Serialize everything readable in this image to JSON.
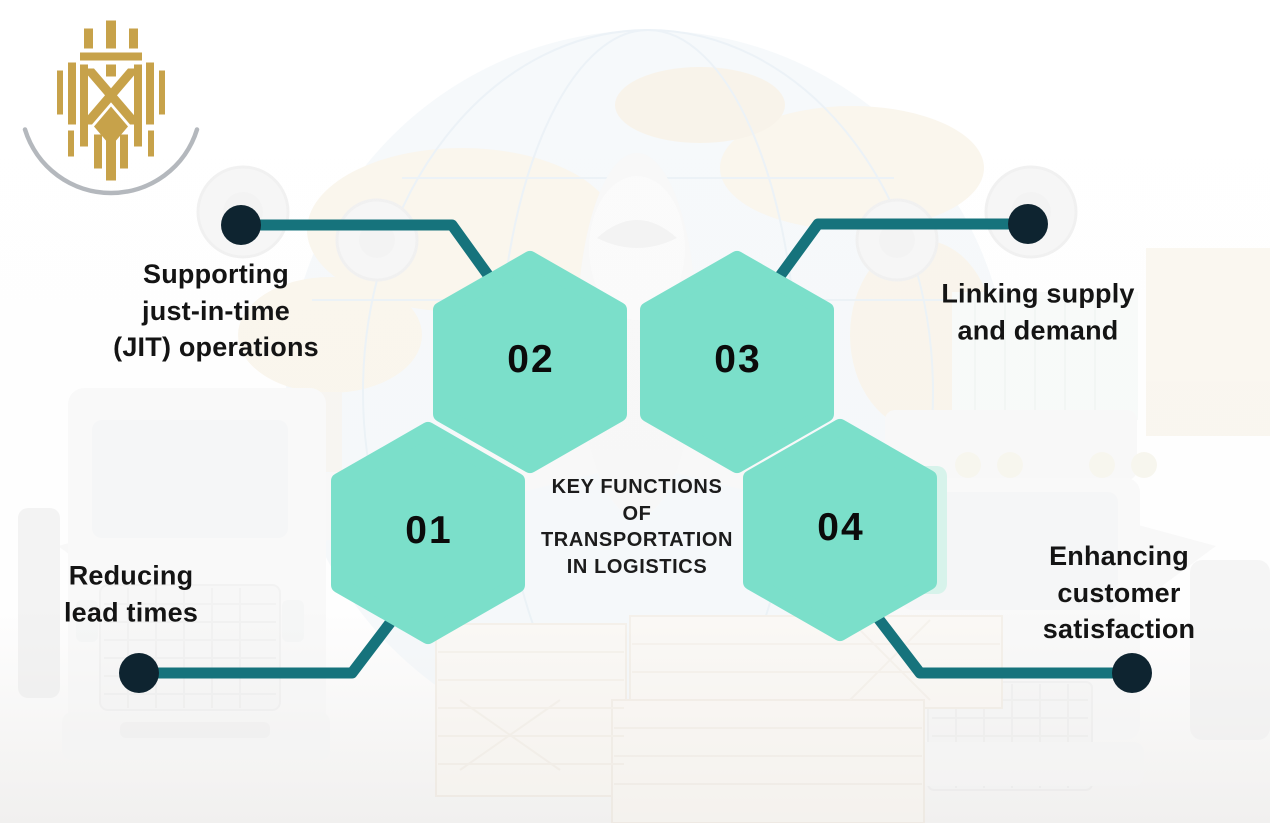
{
  "brand": {
    "icon": "crown-emblem",
    "arc_color": "#b4b8bd",
    "gold": "#c7a24a"
  },
  "title": {
    "text": "KEY FUNCTIONS\nOF\nTRANSPORTATION\nIN LOGISTICS"
  },
  "hexagons": [
    {
      "number": "01",
      "label": "Reducing\nlead times"
    },
    {
      "number": "02",
      "label": "Supporting\njust-in-time\n(JIT) operations"
    },
    {
      "number": "03",
      "label": "Linking supply\nand demand"
    },
    {
      "number": "04",
      "label": "Enhancing\ncustomer\nsatisfaction"
    }
  ],
  "colors": {
    "hexagon_fill": "#7bdfca",
    "connector": "#16737c",
    "node_dot": "#0e2430",
    "text": "#141414"
  }
}
